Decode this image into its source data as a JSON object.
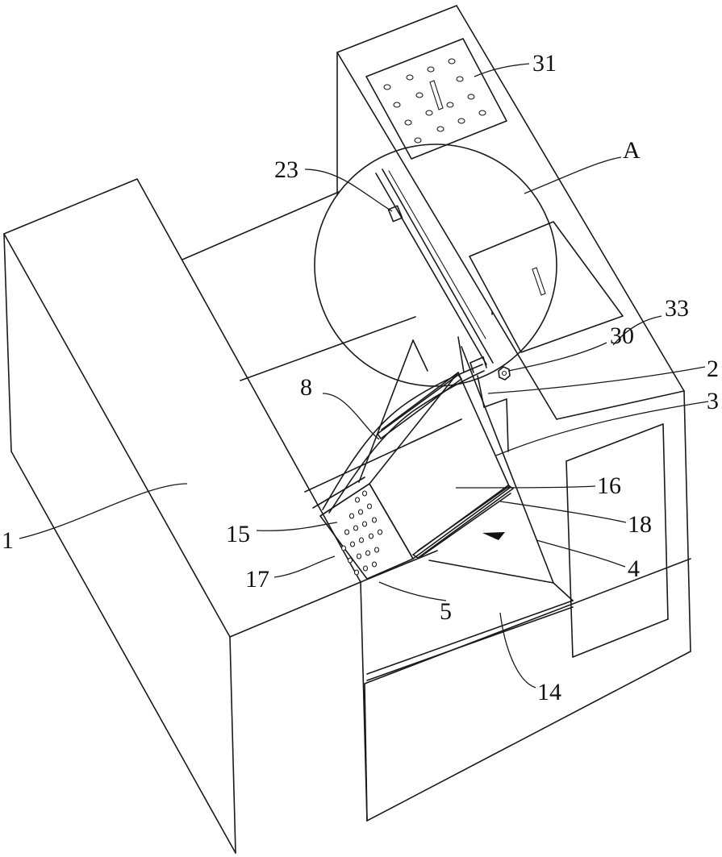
{
  "figure": {
    "labels": {
      "l1": "1",
      "l2": "2",
      "l3": "3",
      "l4": "4",
      "l5": "5",
      "l8": "8",
      "l14": "14",
      "l15": "15",
      "l16": "16",
      "l17": "17",
      "l18": "18",
      "l23": "23",
      "l30": "30",
      "l31": "31",
      "l33": "33",
      "lA": "A"
    }
  }
}
